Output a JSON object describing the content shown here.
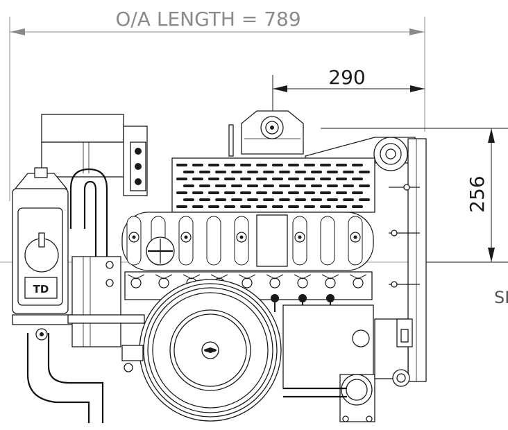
{
  "dimensions": {
    "overall_length": "O/A LENGTH = 789",
    "offset_horizontal": "290",
    "offset_vertical": "256"
  },
  "labels": {
    "tank_badge": "TD",
    "edge_fragment": "SI"
  },
  "colors": {
    "line": "#1a1a1a",
    "dimension_grey": "#8a8a8a",
    "background": "#ffffff"
  }
}
